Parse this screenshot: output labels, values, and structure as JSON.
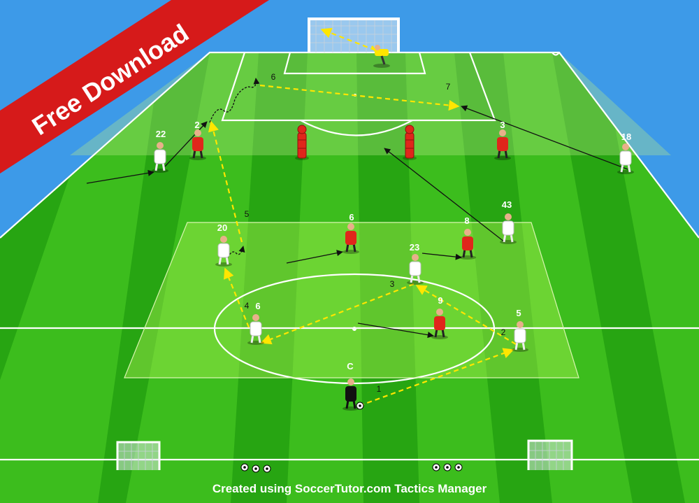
{
  "banner": {
    "text": "Free Download"
  },
  "credit": {
    "text": "Created using SoccerTutor.com Tactics Manager"
  },
  "colors": {
    "sky": "#3d9ae8",
    "pitch_dark": "#27a512",
    "pitch_light": "#3cbd1d",
    "team_white": "#ffffff",
    "team_red": "#e0261b",
    "coach": "#111111",
    "pass": "#ffe600",
    "run": "#111111",
    "banner": "#d61a1a"
  },
  "players": {
    "coach": {
      "label": "C"
    },
    "p5": {
      "label": "5"
    },
    "p6w": {
      "label": "6"
    },
    "p20": {
      "label": "20"
    },
    "p23": {
      "label": "23"
    },
    "p43": {
      "label": "43"
    },
    "p22": {
      "label": "22"
    },
    "p18": {
      "label": "18"
    },
    "r9": {
      "label": "9"
    },
    "r6": {
      "label": "6"
    },
    "r8": {
      "label": "8"
    },
    "r2": {
      "label": "2"
    },
    "r3": {
      "label": "3"
    }
  },
  "sequence": {
    "s1": "1",
    "s2": "2",
    "s3": "3",
    "s4": "4",
    "s5": "5",
    "s6": "6",
    "s7": "7"
  },
  "icons": [
    "goal-icon",
    "mannequin-icon",
    "ball-icon",
    "goalkeeper-icon"
  ]
}
